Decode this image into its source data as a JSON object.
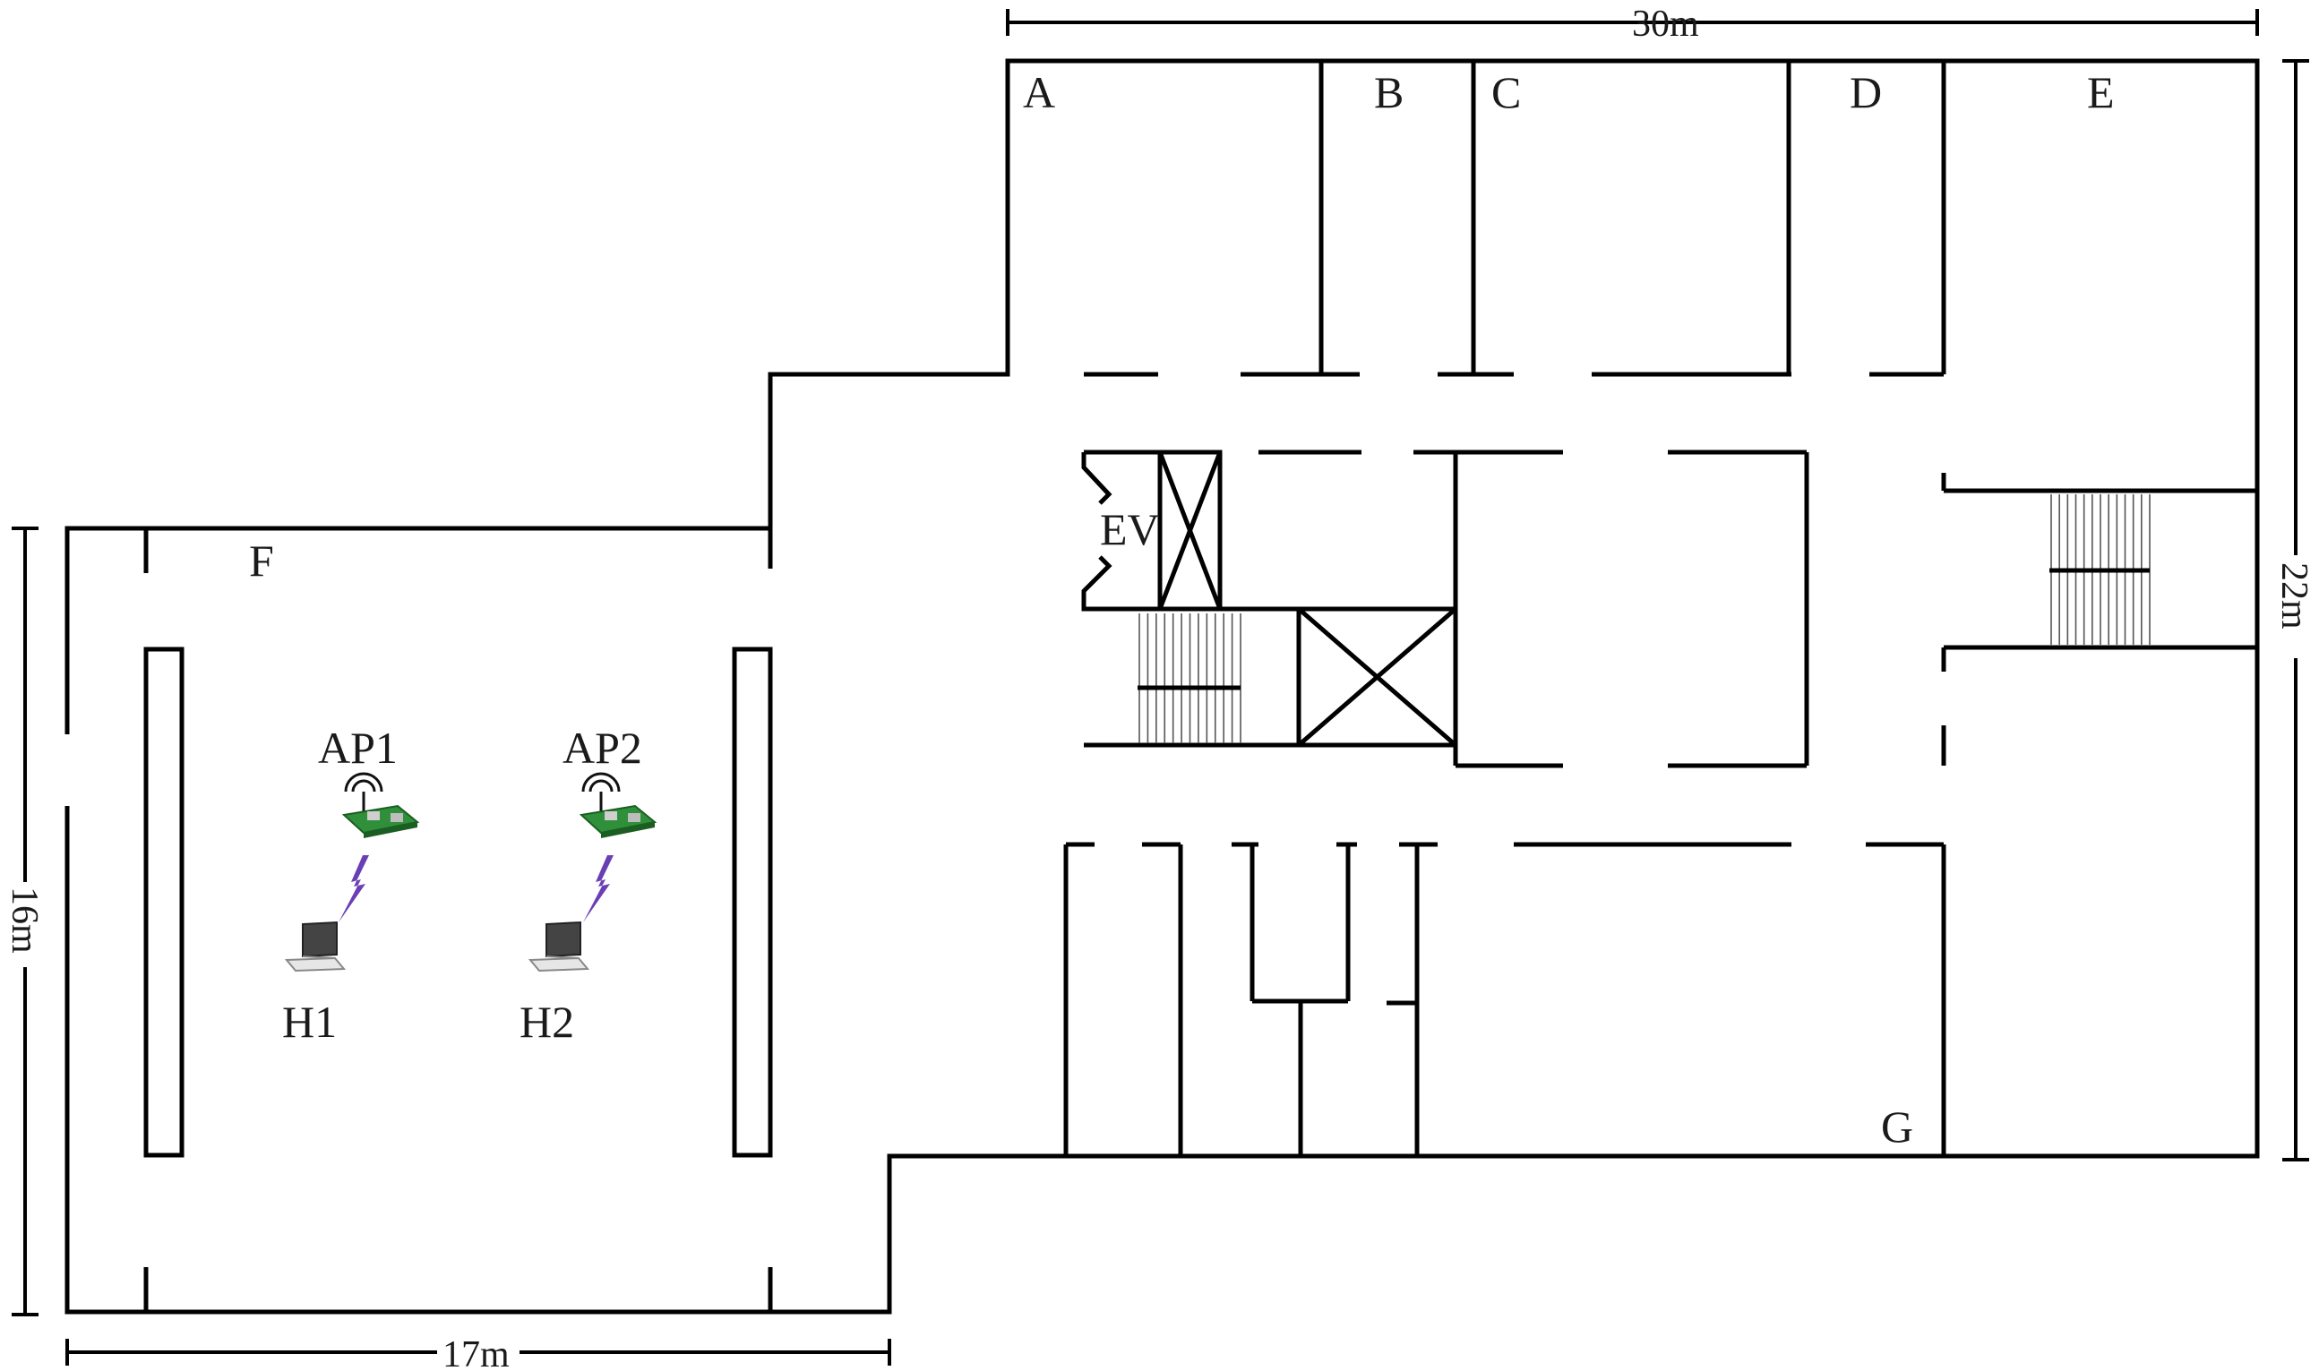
{
  "dimensions": {
    "top": "30m",
    "right": "22m",
    "left": "16m",
    "bottom": "17m"
  },
  "rooms": {
    "A": "A",
    "B": "B",
    "C": "C",
    "D": "D",
    "E": "E",
    "F": "F",
    "G": "G"
  },
  "elevator": "EV",
  "access_points": [
    {
      "label": "AP1",
      "icon": "raspberry-pi-router-icon"
    },
    {
      "label": "AP2",
      "icon": "raspberry-pi-router-icon"
    }
  ],
  "hosts": [
    {
      "label": "H1",
      "icon": "laptop-icon"
    },
    {
      "label": "H2",
      "icon": "laptop-icon"
    }
  ],
  "colors": {
    "walls": "#000000",
    "wireless_link": "#6a3fb5",
    "board": "#2f8f3a"
  }
}
